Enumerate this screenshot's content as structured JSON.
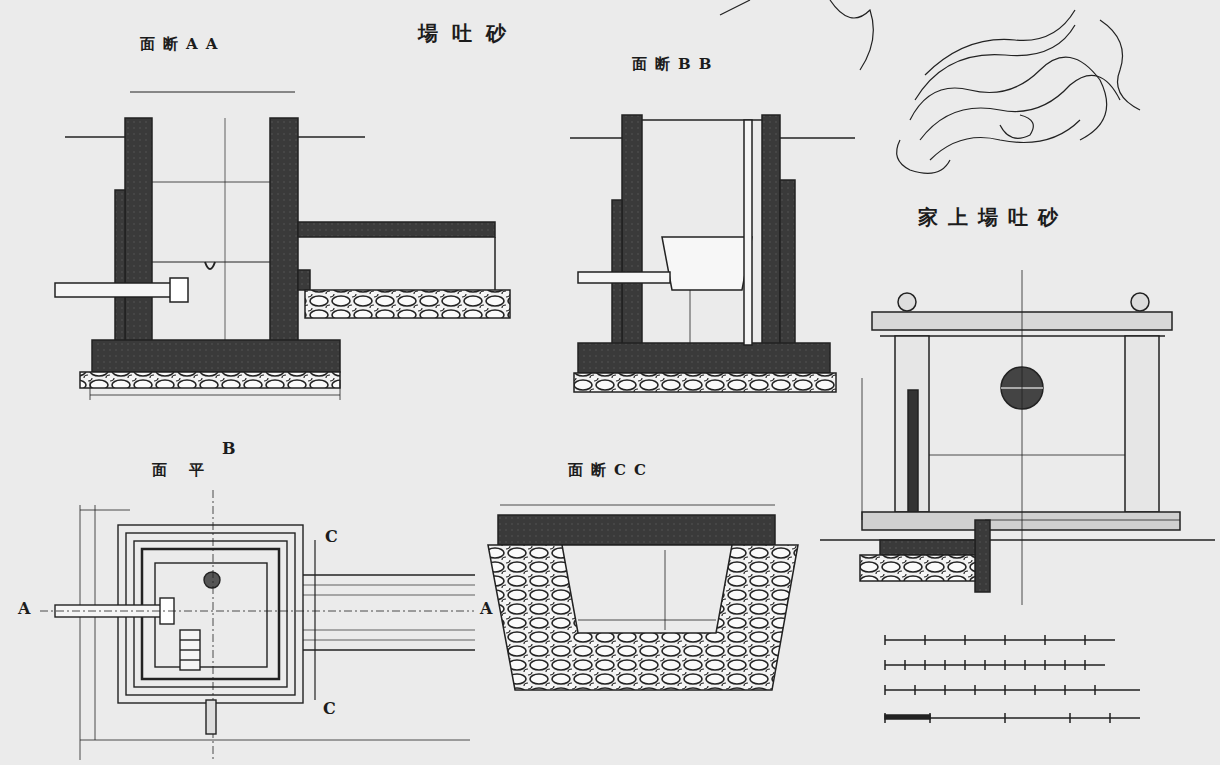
{
  "diagram": {
    "title": "場吐砂",
    "labels": [
      "面断AA",
      "面断BB",
      "家上場吐砂",
      "面平",
      "B",
      "面断CC",
      "C",
      "A",
      "A",
      "C"
    ]
  }
}
